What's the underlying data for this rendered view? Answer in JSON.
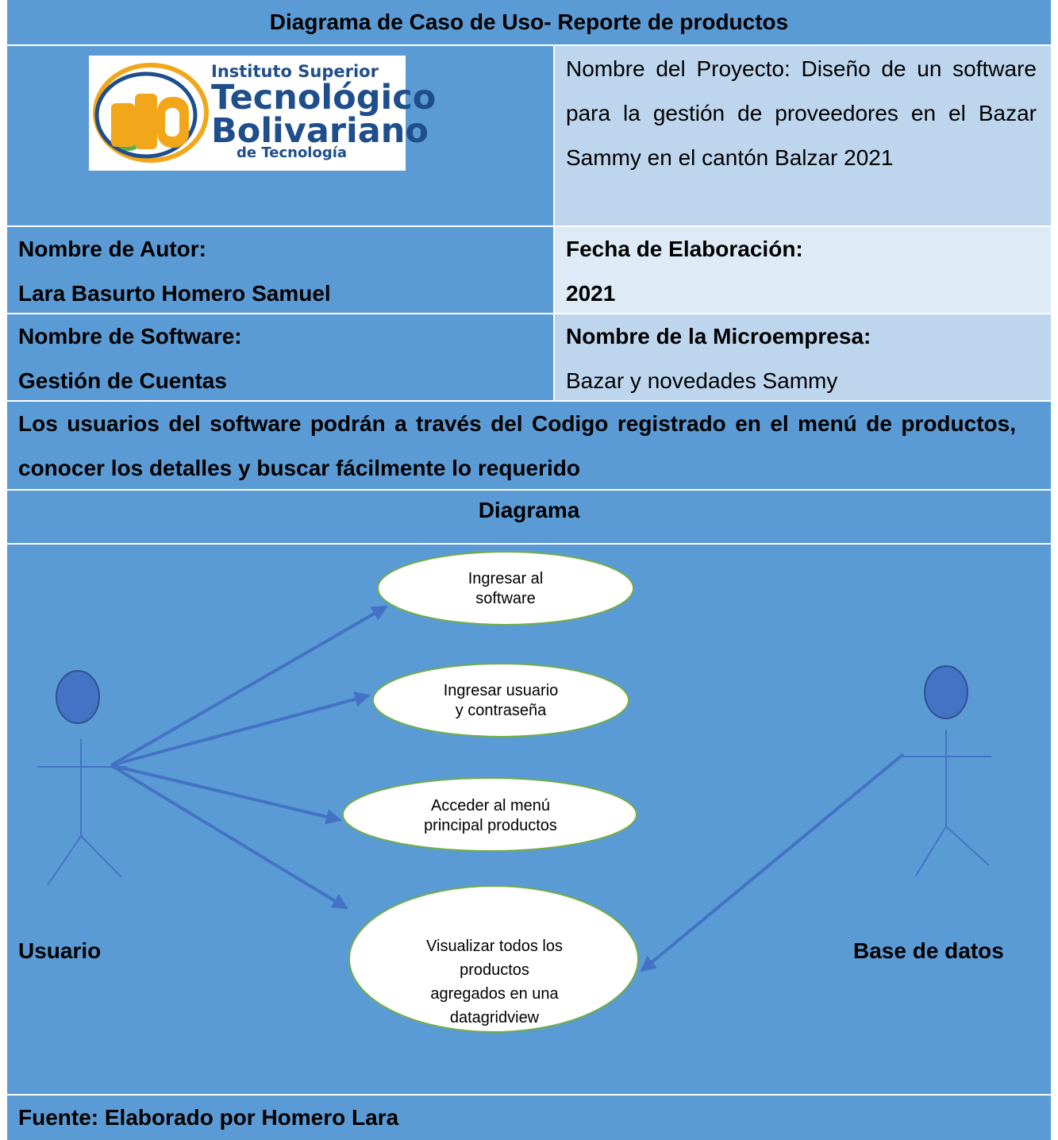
{
  "title": "Diagrama de Caso de Uso- Reporte de productos",
  "logo": {
    "line1": "Instituto Superior",
    "line2": "Tecnológico",
    "line3": "Bolivariano",
    "line4": "de Tecnología",
    "mark": "itb"
  },
  "project": {
    "name": "Nombre del Proyecto: Diseño de un software para la gestión de proveedores en el Bazar Sammy en el cantón Balzar 2021"
  },
  "author": {
    "label": "Nombre de Autor:",
    "value": "Lara Basurto Homero Samuel"
  },
  "date": {
    "label": "Fecha de Elaboración:",
    "value": "2021"
  },
  "software": {
    "label": "Nombre de Software:",
    "value": "Gestión de Cuentas"
  },
  "company": {
    "label": "Nombre de la Microempresa:",
    "value": "Bazar y novedades Sammy"
  },
  "description": "Los usuarios del software podrán a través del Codigo registrado en el menú de productos, conocer los detalles y buscar fácilmente lo requerido",
  "diagram_heading": "Diagrama",
  "diagram": {
    "actors": [
      {
        "name": "Usuario"
      },
      {
        "name": "Base de datos"
      }
    ],
    "use_cases": [
      {
        "line1": "Ingresar al",
        "line2": "software"
      },
      {
        "line1": "Ingresar usuario",
        "line2": "y contraseña"
      },
      {
        "line1": "Acceder al menú",
        "line2": "principal productos"
      },
      {
        "line1": "Visualizar todos los",
        "line2": "productos",
        "line3": "agregados en una",
        "line4": "datagridview"
      }
    ],
    "colors": {
      "background": "#5b9bd5",
      "actor": "#4472c4",
      "use_case_fill": "#ffffff",
      "use_case_border": "#70ad47"
    }
  },
  "footer": "Fuente: Elaborado por Homero Lara"
}
